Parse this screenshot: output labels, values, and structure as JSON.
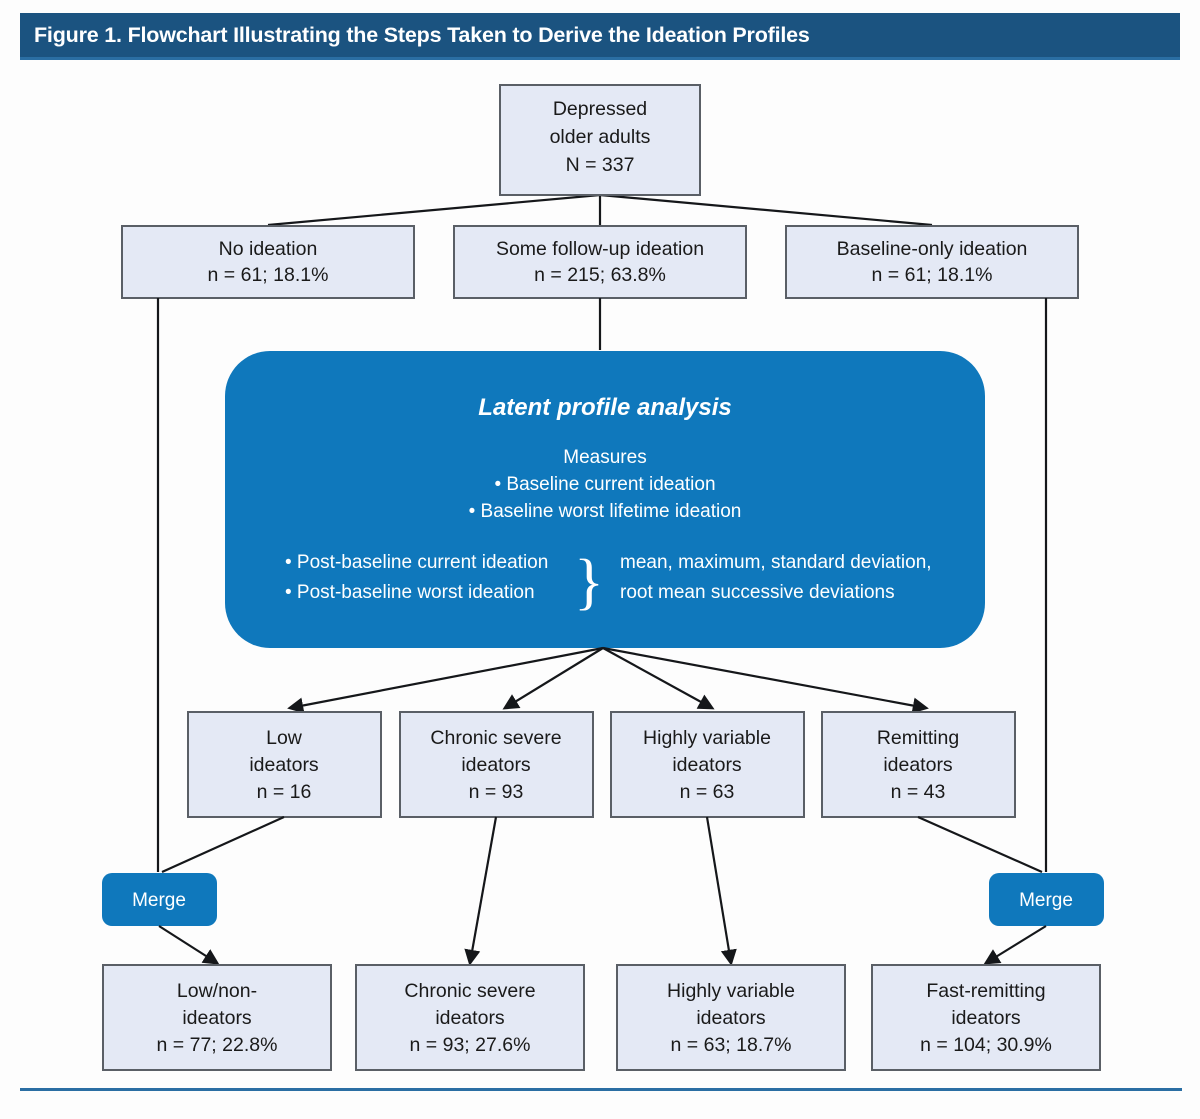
{
  "figure": {
    "title": "Figure 1. Flowchart Illustrating the Steps Taken to Derive the Ideation Profiles",
    "accent_color": "#1b5380",
    "panel_color": "#0f78bc",
    "node_fill": "#e4e9f5",
    "node_border": "#5a5f66"
  },
  "chart_data": {
    "type": "diagram",
    "title": "Figure 1. Flowchart Illustrating the Steps Taken to Derive the Ideation Profiles",
    "nodes": {
      "root": {
        "line1": "Depressed",
        "line2": "older adults",
        "line3": "N = 337"
      },
      "row2": [
        {
          "line1": "No ideation",
          "line2": "n = 61; 18.1%"
        },
        {
          "line1": "Some follow-up ideation",
          "line2": "n = 215; 63.8%"
        },
        {
          "line1": "Baseline-only ideation",
          "line2": "n = 61; 18.1%"
        }
      ],
      "profiles": [
        {
          "line1": "Low",
          "line2": "ideators",
          "line3": "n = 16"
        },
        {
          "line1": "Chronic severe",
          "line2": "ideators",
          "line3": "n = 93"
        },
        {
          "line1": "Highly variable",
          "line2": "ideators",
          "line3": "n = 63"
        },
        {
          "line1": "Remitting",
          "line2": "ideators",
          "line3": "n = 43"
        }
      ],
      "merges": [
        {
          "label": "Merge"
        },
        {
          "label": "Merge"
        }
      ],
      "final": [
        {
          "line1": "Low/non-",
          "line2": "ideators",
          "line3": "n = 77; 22.8%"
        },
        {
          "line1": "Chronic severe",
          "line2": "ideators",
          "line3": "n = 93; 27.6%"
        },
        {
          "line1": "Highly variable",
          "line2": "ideators",
          "line3": "n = 63; 18.7%"
        },
        {
          "line1": "Fast-remitting",
          "line2": "ideators",
          "line3": "n = 104; 30.9%"
        }
      ]
    },
    "panel": {
      "heading": "Latent profile analysis",
      "measures_label": "Measures",
      "measures": [
        "• Baseline current ideation",
        "• Baseline worst lifetime ideation"
      ],
      "braced_items": [
        "• Post-baseline current ideation",
        "• Post-baseline worst ideation"
      ],
      "brace_glyph": "}",
      "brace_outputs": [
        "mean, maximum, standard deviation,",
        "root mean successive deviations"
      ]
    }
  }
}
